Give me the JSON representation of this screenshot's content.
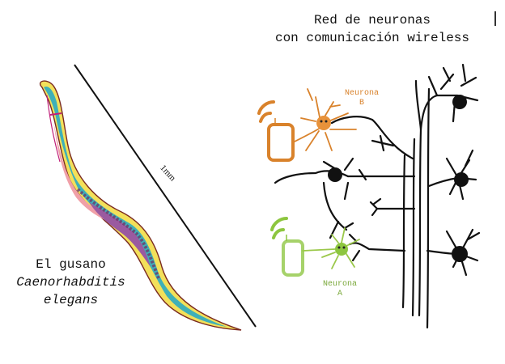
{
  "title": {
    "line1": "Red de neuronas",
    "line2": "con comunicación wireless"
  },
  "worm": {
    "label_line1": "El gusano",
    "label_line2": "Caenorhabditis",
    "label_line3": "elegans",
    "scale_label": "1mm"
  },
  "neurons": {
    "b": {
      "line1": "Neurona",
      "line2": "B",
      "color": "#d9822b"
    },
    "a": {
      "line1": "Neurona",
      "line2": "A",
      "color": "#8dc63f"
    }
  },
  "icons": [
    "wifi-signal-icon",
    "smartphone-icon",
    "neuron-icon"
  ],
  "colors": {
    "ink": "#111111",
    "orange": "#d9822b",
    "green": "#8dc63f",
    "worm_teal": "#3fb0b8",
    "worm_pink": "#f0a0a8",
    "worm_purple": "#9a5aa0",
    "worm_yellow": "#f3e05a",
    "worm_outline": "#7a2a20"
  }
}
